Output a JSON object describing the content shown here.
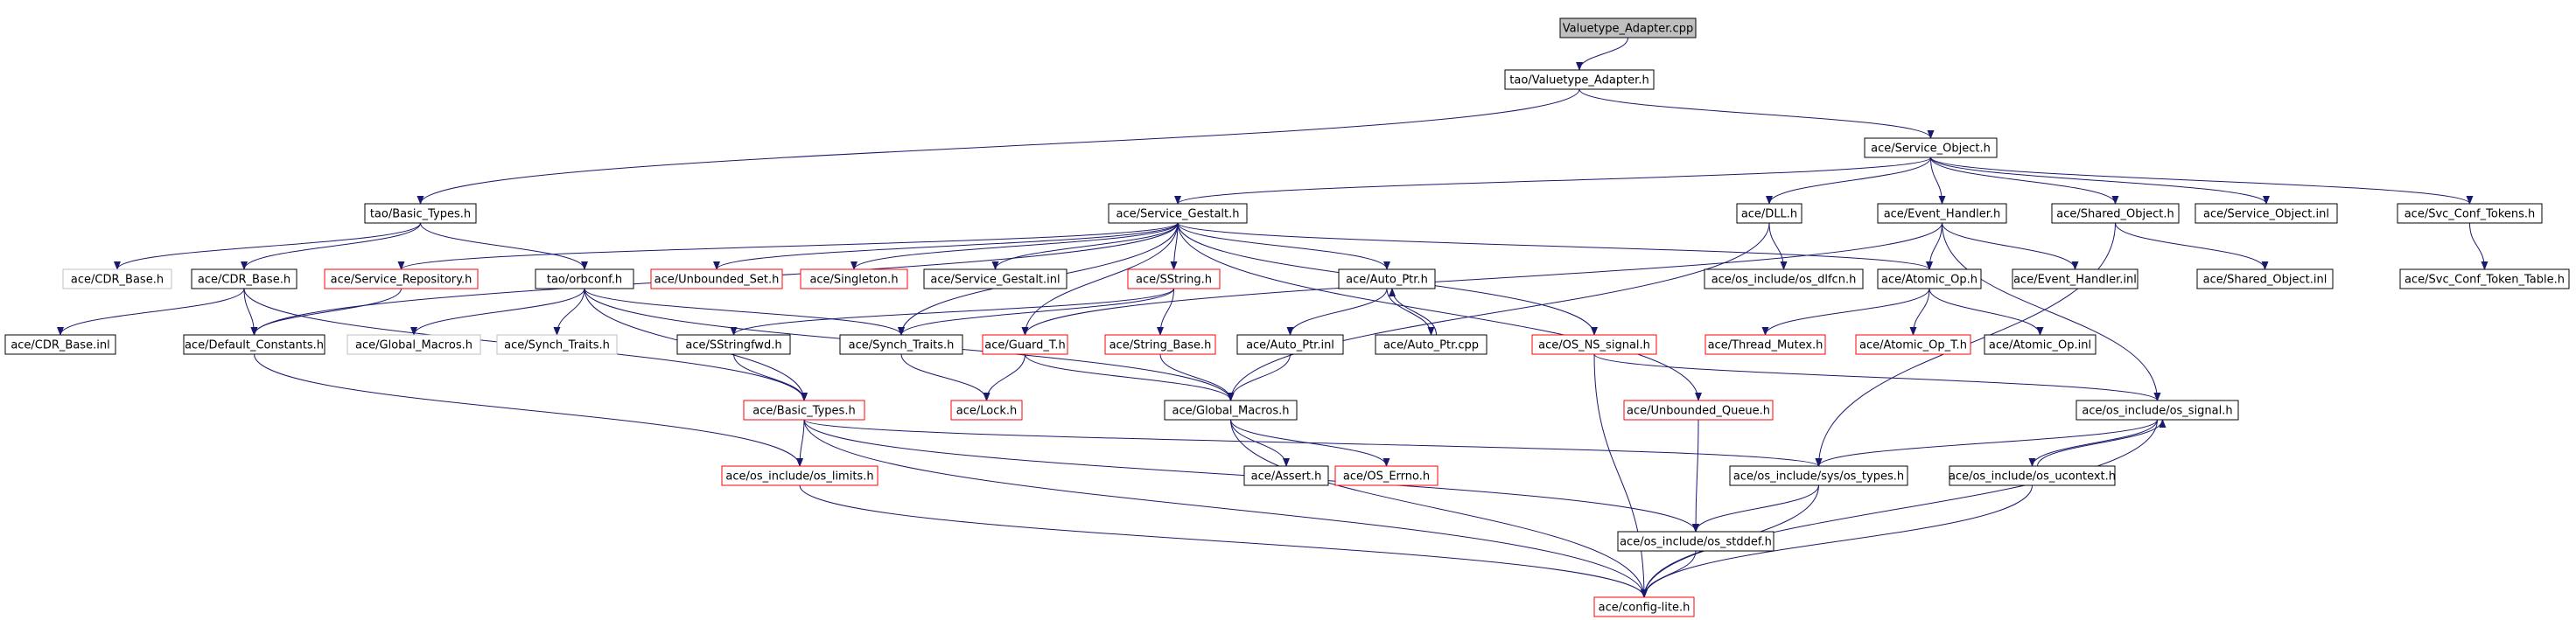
{
  "nodes": [
    {
      "id": "n0",
      "label": "Valuetype_Adapter.cpp",
      "style": "root"
    },
    {
      "id": "n1",
      "label": "tao/Valuetype_Adapter.h",
      "style": "black"
    },
    {
      "id": "n2",
      "label": "tao/Basic_Types.h",
      "style": "black"
    },
    {
      "id": "n3",
      "label": "ace/Service_Object.h",
      "style": "black"
    },
    {
      "id": "n4",
      "label": "ace/Service_Gestalt.h",
      "style": "black"
    },
    {
      "id": "n5",
      "label": "ace/DLL.h",
      "style": "black"
    },
    {
      "id": "n6",
      "label": "ace/Event_Handler.h",
      "style": "black"
    },
    {
      "id": "n7",
      "label": "ace/Shared_Object.h",
      "style": "black"
    },
    {
      "id": "n8",
      "label": "ace/Service_Object.inl",
      "style": "black"
    },
    {
      "id": "n9",
      "label": "ace/Svc_Conf_Tokens.h",
      "style": "black"
    },
    {
      "id": "n10",
      "label": "ace/CDR_Base.h",
      "style": "gray"
    },
    {
      "id": "n11",
      "label": "ace/CDR_Base.h",
      "style": "black"
    },
    {
      "id": "n12",
      "label": "ace/Service_Repository.h",
      "style": "red"
    },
    {
      "id": "n13",
      "label": "tao/orbconf.h",
      "style": "black"
    },
    {
      "id": "n14",
      "label": "ace/Unbounded_Set.h",
      "style": "red"
    },
    {
      "id": "n15",
      "label": "ace/Singleton.h",
      "style": "red"
    },
    {
      "id": "n16",
      "label": "ace/Service_Gestalt.inl",
      "style": "black"
    },
    {
      "id": "n17",
      "label": "ace/SString.h",
      "style": "red"
    },
    {
      "id": "n18",
      "label": "ace/Auto_Ptr.h",
      "style": "black"
    },
    {
      "id": "n19",
      "label": "ace/os_include/os_dlfcn.h",
      "style": "black"
    },
    {
      "id": "n20",
      "label": "ace/Atomic_Op.h",
      "style": "black"
    },
    {
      "id": "n21",
      "label": "ace/Event_Handler.inl",
      "style": "black"
    },
    {
      "id": "n22",
      "label": "ace/Shared_Object.inl",
      "style": "black"
    },
    {
      "id": "n23",
      "label": "ace/Svc_Conf_Token_Table.h",
      "style": "black"
    },
    {
      "id": "n24",
      "label": "ace/CDR_Base.inl",
      "style": "black"
    },
    {
      "id": "n25",
      "label": "ace/Default_Constants.h",
      "style": "black"
    },
    {
      "id": "n26",
      "label": "ace/Global_Macros.h",
      "style": "gray"
    },
    {
      "id": "n27",
      "label": "ace/Synch_Traits.h",
      "style": "gray"
    },
    {
      "id": "n28",
      "label": "ace/SStringfwd.h",
      "style": "black"
    },
    {
      "id": "n29",
      "label": "ace/Synch_Traits.h",
      "style": "black"
    },
    {
      "id": "n30",
      "label": "ace/Guard_T.h",
      "style": "red"
    },
    {
      "id": "n31",
      "label": "ace/String_Base.h",
      "style": "red"
    },
    {
      "id": "n32",
      "label": "ace/Auto_Ptr.inl",
      "style": "black"
    },
    {
      "id": "n33",
      "label": "ace/Auto_Ptr.cpp",
      "style": "black"
    },
    {
      "id": "n34",
      "label": "ace/OS_NS_signal.h",
      "style": "red"
    },
    {
      "id": "n35",
      "label": "ace/Thread_Mutex.h",
      "style": "red"
    },
    {
      "id": "n36",
      "label": "ace/Atomic_Op_T.h",
      "style": "red"
    },
    {
      "id": "n37",
      "label": "ace/Atomic_Op.inl",
      "style": "black"
    },
    {
      "id": "n38",
      "label": "ace/Basic_Types.h",
      "style": "red"
    },
    {
      "id": "n39",
      "label": "ace/Lock.h",
      "style": "red"
    },
    {
      "id": "n40",
      "label": "ace/Global_Macros.h",
      "style": "black"
    },
    {
      "id": "n41",
      "label": "ace/Unbounded_Queue.h",
      "style": "red"
    },
    {
      "id": "n42",
      "label": "ace/os_include/os_signal.h",
      "style": "black"
    },
    {
      "id": "n43",
      "label": "ace/os_include/os_limits.h",
      "style": "red"
    },
    {
      "id": "n44",
      "label": "ace/Assert.h",
      "style": "black"
    },
    {
      "id": "n45",
      "label": "ace/OS_Errno.h",
      "style": "red"
    },
    {
      "id": "n46",
      "label": "ace/os_include/sys/os_types.h",
      "style": "black"
    },
    {
      "id": "n47",
      "label": "ace/os_include/os_ucontext.h",
      "style": "black"
    },
    {
      "id": "n48",
      "label": "ace/os_include/os_stddef.h",
      "style": "black"
    },
    {
      "id": "n49",
      "label": "ace/config-lite.h",
      "style": "red"
    }
  ],
  "edges": [
    [
      "n0",
      "n1"
    ],
    [
      "n1",
      "n2"
    ],
    [
      "n1",
      "n3"
    ],
    [
      "n3",
      "n4"
    ],
    [
      "n3",
      "n5"
    ],
    [
      "n3",
      "n6"
    ],
    [
      "n3",
      "n7"
    ],
    [
      "n3",
      "n8"
    ],
    [
      "n3",
      "n9"
    ],
    [
      "n2",
      "n10"
    ],
    [
      "n2",
      "n11"
    ],
    [
      "n2",
      "n13"
    ],
    [
      "n4",
      "n12"
    ],
    [
      "n4",
      "n14"
    ],
    [
      "n4",
      "n15"
    ],
    [
      "n4",
      "n16"
    ],
    [
      "n4",
      "n17"
    ],
    [
      "n4",
      "n18"
    ],
    [
      "n4",
      "n20"
    ],
    [
      "n4",
      "n25"
    ],
    [
      "n4",
      "n29"
    ],
    [
      "n4",
      "n30"
    ],
    [
      "n4",
      "n34"
    ],
    [
      "n4",
      "n41"
    ],
    [
      "n5",
      "n19"
    ],
    [
      "n5",
      "n40"
    ],
    [
      "n6",
      "n20"
    ],
    [
      "n6",
      "n21"
    ],
    [
      "n6",
      "n30"
    ],
    [
      "n6",
      "n42"
    ],
    [
      "n7",
      "n22"
    ],
    [
      "n7",
      "n46"
    ],
    [
      "n9",
      "n23"
    ],
    [
      "n11",
      "n24"
    ],
    [
      "n11",
      "n25"
    ],
    [
      "n11",
      "n38"
    ],
    [
      "n12",
      "n25"
    ],
    [
      "n13",
      "n26"
    ],
    [
      "n13",
      "n27"
    ],
    [
      "n13",
      "n29"
    ],
    [
      "n13",
      "n38"
    ],
    [
      "n13",
      "n40"
    ],
    [
      "n17",
      "n28"
    ],
    [
      "n17",
      "n31"
    ],
    [
      "n17",
      "n29"
    ],
    [
      "n18",
      "n32"
    ],
    [
      "n18",
      "n33"
    ],
    [
      "n33",
      "n18"
    ],
    [
      "n20",
      "n35"
    ],
    [
      "n20",
      "n36"
    ],
    [
      "n20",
      "n37"
    ],
    [
      "n25",
      "n43"
    ],
    [
      "n28",
      "n38"
    ],
    [
      "n29",
      "n39"
    ],
    [
      "n30",
      "n39"
    ],
    [
      "n30",
      "n40"
    ],
    [
      "n31",
      "n40"
    ],
    [
      "n32",
      "n40"
    ],
    [
      "n34",
      "n42"
    ],
    [
      "n34",
      "n49"
    ],
    [
      "n38",
      "n43"
    ],
    [
      "n38",
      "n46"
    ],
    [
      "n38",
      "n48"
    ],
    [
      "n38",
      "n49"
    ],
    [
      "n40",
      "n44"
    ],
    [
      "n40",
      "n45"
    ],
    [
      "n40",
      "n49"
    ],
    [
      "n41",
      "n48"
    ],
    [
      "n42",
      "n46"
    ],
    [
      "n42",
      "n47"
    ],
    [
      "n42",
      "n49"
    ],
    [
      "n47",
      "n42"
    ],
    [
      "n43",
      "n49"
    ],
    [
      "n46",
      "n48"
    ],
    [
      "n46",
      "n49"
    ],
    [
      "n47",
      "n49"
    ],
    [
      "n48",
      "n49"
    ]
  ]
}
